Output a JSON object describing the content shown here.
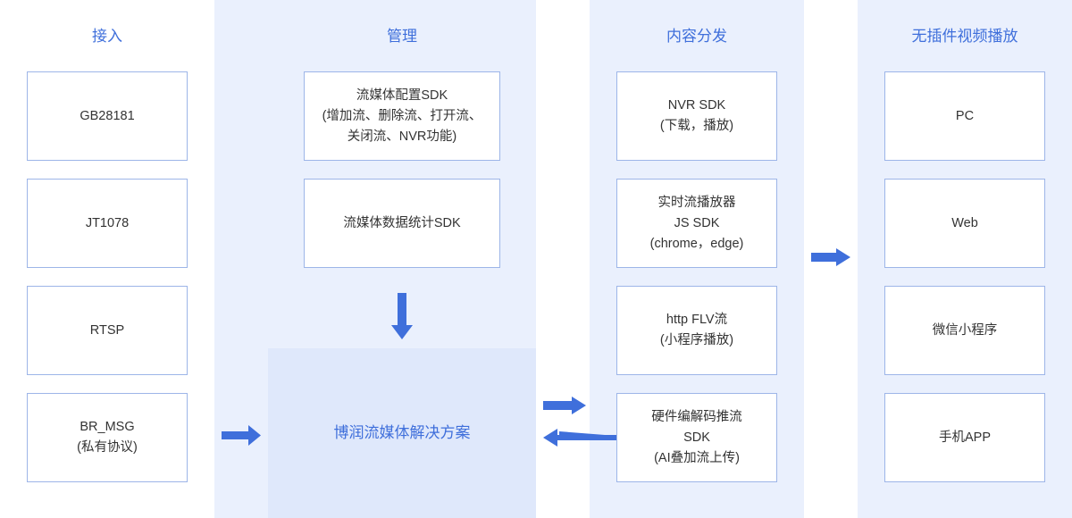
{
  "theme": {
    "accent": "#3f6fdb",
    "column_bg": "#eaf0fd",
    "node_border": "#9db5e8",
    "solution_bg": "#dfe8fb",
    "arrow_color": "#3f6fdb"
  },
  "columns": [
    {
      "title": "接入"
    },
    {
      "title": "管理"
    },
    {
      "title": "内容分发"
    },
    {
      "title": "无插件视频播放"
    }
  ],
  "access_nodes": [
    {
      "label": "GB28181"
    },
    {
      "label": "JT1078"
    },
    {
      "label": "RTSP"
    },
    {
      "label": "BR_MSG\n(私有协议)"
    }
  ],
  "manage_nodes": [
    {
      "label": "流媒体配置SDK\n(增加流、删除流、打开流、\n关闭流、NVR功能)"
    },
    {
      "label": "流媒体数据统计SDK"
    }
  ],
  "distribution_nodes": [
    {
      "label": "NVR SDK\n(下载，播放)"
    },
    {
      "label": "实时流播放器\nJS SDK\n(chrome，edge)"
    },
    {
      "label": "http FLV流\n(小程序播放)"
    },
    {
      "label": "硬件编解码推流\nSDK\n(AI叠加流上传)"
    }
  ],
  "playback_nodes": [
    {
      "label": "PC"
    },
    {
      "label": "Web"
    },
    {
      "label": "微信小程序"
    },
    {
      "label": "手机APP"
    }
  ],
  "solution": {
    "label": "博润流媒体解决方案"
  }
}
